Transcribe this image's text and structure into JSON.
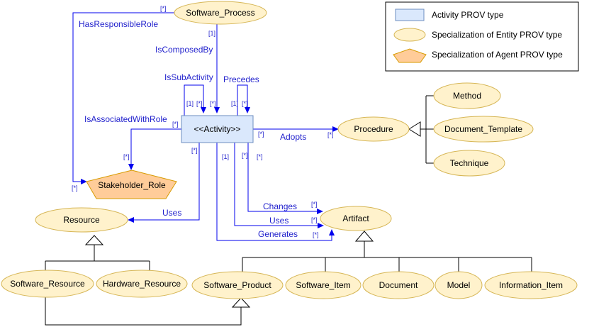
{
  "colors": {
    "entity_fill": "#fff2cc",
    "entity_stroke": "#d6b656",
    "activity_fill": "#dae8fc",
    "activity_stroke": "#6c8ebf",
    "agent_fill": "#ffcc99",
    "agent_stroke": "#d79b00",
    "edge_blue": "#0000ee",
    "line_black": "#000000"
  },
  "legend": {
    "activity": "Activity PROV type",
    "entity": "Specialization of Entity PROV type",
    "agent": "Specialization of Agent PROV type"
  },
  "nodes": {
    "software_process": "Software_Process",
    "activity": "<<Activity>>",
    "procedure": "Procedure",
    "method": "Method",
    "document_template": "Document_Template",
    "technique": "Technique",
    "stakeholder_role": "Stakeholder_Role",
    "resource": "Resource",
    "artifact": "Artifact",
    "software_resource": "Software_Resource",
    "hardware_resource": "Hardware_Resource",
    "software_product": "Software_Product",
    "software_item": "Software_Item",
    "document": "Document",
    "model": "Model",
    "information_item": "Information_Item"
  },
  "edges": {
    "has_responsible_role": "HasResponsibleRole",
    "is_composed_by": "IsComposedBy",
    "is_sub_activity": "IsSubActivity",
    "precedes": "Precedes",
    "is_associated_with_role": "IsAssociatedWithRole",
    "adopts": "Adopts",
    "changes": "Changes",
    "uses_artifact": "Uses",
    "generates": "Generates",
    "uses_resource": "Uses"
  },
  "multiplicities": {
    "hrr_process_end": "[*]",
    "hrr_role_end": "[*]",
    "composed_process_end": "[1]",
    "composed_activity_end": "[*]",
    "sub_1": "[1]",
    "sub_many": "[*]",
    "prec_1": "[1]",
    "prec_many": "[*]",
    "assoc_activity_end": "[*]",
    "assoc_role_end": "[*]",
    "adopts_activity_end": "[*]",
    "adopts_procedure_end": "[*]",
    "uses_res_activity_end": "[*]",
    "gen_activity_end": "[1]",
    "uses_art_activity_end": "[*]",
    "changes_activity_end": "[*]",
    "changes_artifact_end": "[*]",
    "uses_artifact_end": "[*]",
    "gen_artifact_end": "[*]"
  }
}
